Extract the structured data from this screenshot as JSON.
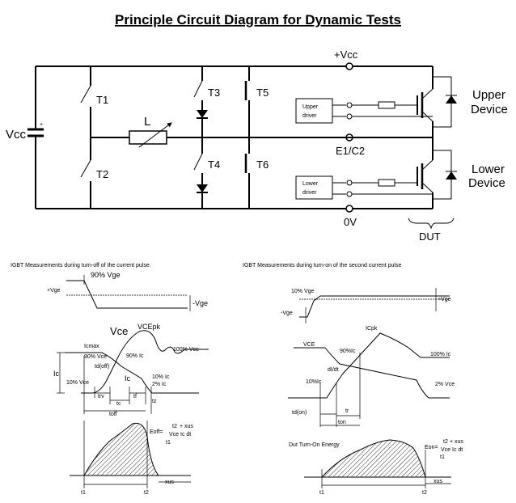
{
  "title": "Principle Circuit Diagram for Dynamic Tests",
  "circuit": {
    "vcc_top": "+Vcc",
    "vcc_source": "Vcc",
    "plus": "+",
    "switches": [
      "T1",
      "T2",
      "T3",
      "T4",
      "T5",
      "T6"
    ],
    "inductor": "L",
    "upper_driver": [
      "Upper",
      "driver"
    ],
    "lower_driver": [
      "Lower",
      "driver"
    ],
    "upper_device": [
      "Upper",
      "Device"
    ],
    "lower_device": [
      "Lower",
      "Device"
    ],
    "node_mid": "E1/C2",
    "ground": "0V",
    "dut": "DUT"
  },
  "turn_off": {
    "heading": "IGBT Measurements during turn-off of the current pulse.",
    "vge_pct": "90% Vge",
    "plus_vge": "+Vge",
    "minus_vge": "-Vge",
    "vce": "Vce",
    "vcepk": "VCEpk",
    "vce_100": "100% Vce",
    "ic": "Ic",
    "ic_wave": "Ic",
    "ic_max": "Icmax",
    "ic_90": "90% Ic",
    "vce_90": "90% Vce",
    "tdoff": "td(off)",
    "ic_10": "10% Ic",
    "ic_2": "2% Ic",
    "vce_10": "10% Vce",
    "trv": "trv",
    "tc": "tc",
    "tf": "tf",
    "tz": "tz",
    "toff": "toff",
    "eoff": "Eoff=",
    "eoff_upper": "t2",
    "eoff_expr": "Vce Ic dt",
    "eoff_lower": "t1",
    "eoff_us": "+ xus",
    "t1": "t1",
    "t2": "t2",
    "xus": "xus"
  },
  "turn_on": {
    "heading": "IGBT Measurements during turn-on of the second current pulse",
    "vge_10": "10% Vge",
    "plus_vge": "+Vge",
    "minus_vge": "-Vge",
    "vce": "VCE",
    "icpk": "ICpk",
    "ic_90": "90%Ic",
    "ic_100": "100% Ic",
    "didt": "dI/dt",
    "ic_10": "10%Ic",
    "vce_2": "2% Vce",
    "tdon": "td(on)",
    "tr": "tr",
    "ton": "ton",
    "energy": "Dut Turn-On Energy",
    "eon": "Eon=",
    "eon_upper": "t2",
    "eon_us": "+ xus",
    "eon_expr": "Vce Ic dt",
    "eon_lower": "t1",
    "t1": "t1",
    "t2": "t2",
    "xus": "xus"
  }
}
